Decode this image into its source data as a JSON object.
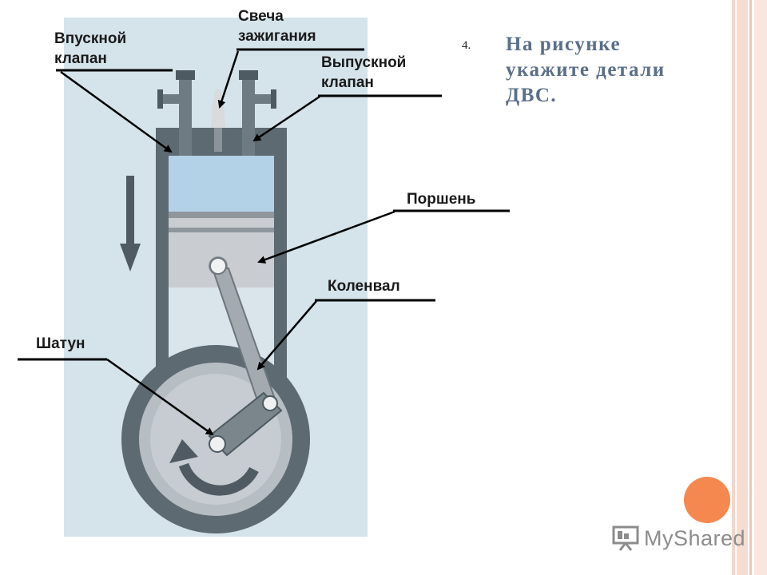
{
  "question": {
    "number": "4.",
    "text": "На рисунке укажите детали ДВС."
  },
  "labels": {
    "intake_valve": "Впускной\nклапан",
    "spark_plug": "Свеча\nзажигания",
    "exhaust_valve": "Выпускной\nклапан",
    "piston": "Поршень",
    "crankshaft": "Коленвал",
    "connecting_rod": "Шатун"
  },
  "brand": {
    "name": "MyShared"
  },
  "colors": {
    "photo_bg": "#d9e6ee",
    "engine_body": "#5e6a72",
    "chamber": "#bcd8ea",
    "piston": "#c9cdd1",
    "accent_orange": "#f5884f",
    "question_text": "#5a6f88",
    "stripe": "#f6ddd2"
  },
  "icons": {
    "motion_arrow": "down-arrow-icon",
    "rotation_arrow": "rotate-arrow-icon",
    "brand_logo": "presentation-board-icon"
  }
}
